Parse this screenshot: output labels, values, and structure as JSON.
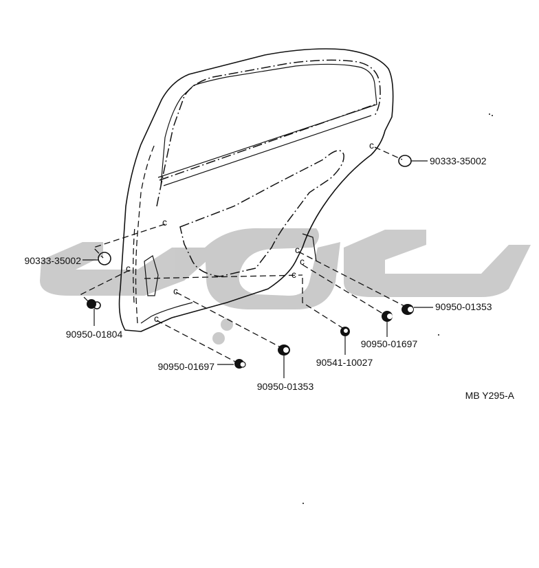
{
  "diagram": {
    "code": "MB Y295-A",
    "parts": [
      {
        "id": "p1",
        "number": "90333-35002"
      },
      {
        "id": "p2",
        "number": "90333-35002"
      },
      {
        "id": "p3",
        "number": "90950-01804"
      },
      {
        "id": "p4",
        "number": "90950-01697"
      },
      {
        "id": "p5",
        "number": "90950-01353"
      },
      {
        "id": "p6",
        "number": "90541-10027"
      },
      {
        "id": "p7",
        "number": "90950-01697"
      },
      {
        "id": "p8",
        "number": "90950-01353"
      }
    ]
  },
  "watermark": {
    "color": "#c8c8c8"
  }
}
